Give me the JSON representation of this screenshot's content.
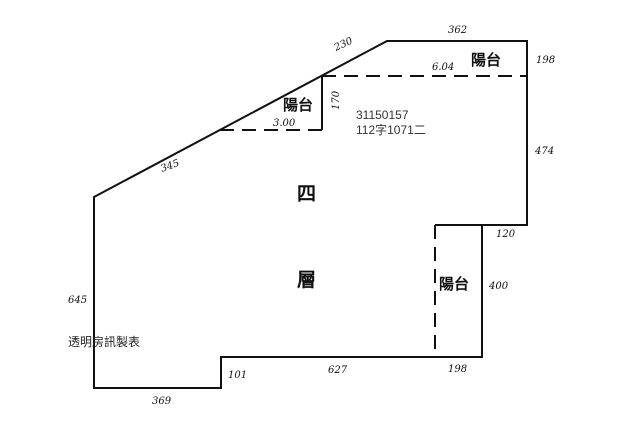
{
  "floor": {
    "char1": "四",
    "char2": "層"
  },
  "balconies": [
    "陽台",
    "陽台",
    "陽台"
  ],
  "dimensions": [
    "362",
    "230",
    "6.04",
    "198",
    "170",
    "3.00",
    "345",
    "474",
    "120",
    "400",
    "645",
    "101",
    "627",
    "198",
    "369"
  ],
  "stamp": {
    "line1": "31150157",
    "line2": "112字1071二"
  },
  "watermark": "透明房訊製表"
}
